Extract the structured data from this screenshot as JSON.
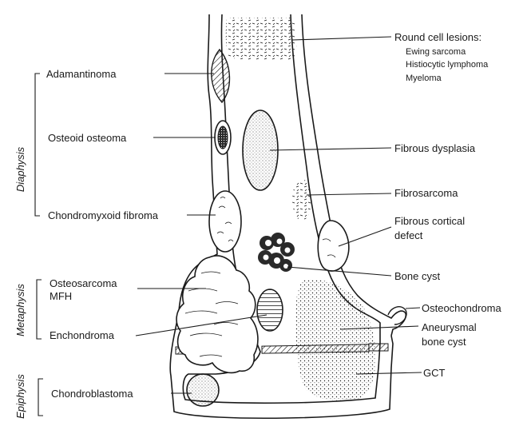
{
  "regions": {
    "diaphysis": "Diaphysis",
    "metaphysis": "Metaphysis",
    "epiphysis": "Epiphysis"
  },
  "labels_left": {
    "adamantinoma": "Adamantinoma",
    "osteoid_osteoma": "Osteoid osteoma",
    "chondromyxoid_fibroma": "Chondromyxoid fibroma",
    "osteosarcoma": "Osteosarcoma",
    "mfh": "MFH",
    "enchondroma": "Enchondroma",
    "chondroblastoma": "Chondroblastoma"
  },
  "labels_right": {
    "round_cell_title": "Round cell lesions:",
    "round_cell_items": [
      "Ewing sarcoma",
      "Histiocytic lymphoma",
      "Myeloma"
    ],
    "fibrous_dysplasia": "Fibrous dysplasia",
    "fibrosarcoma": "Fibrosarcoma",
    "fibrous_cortical_defect_1": "Fibrous cortical",
    "fibrous_cortical_defect_2": "defect",
    "bone_cyst": "Bone cyst",
    "osteochondroma": "Osteochondroma",
    "aneurysmal_1": "Aneurysmal",
    "aneurysmal_2": "bone cyst",
    "gct": "GCT"
  },
  "colors": {
    "ink": "#1a1a1a",
    "paper": "#ffffff"
  }
}
